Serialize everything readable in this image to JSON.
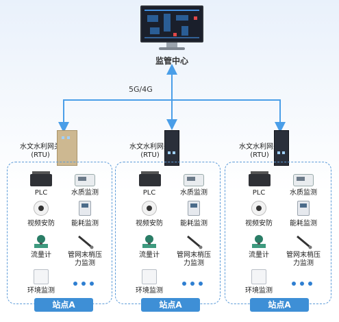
{
  "center": {
    "label": "监管中心"
  },
  "network": {
    "label": "5G/4G"
  },
  "colors": {
    "line": "#4a9ee8",
    "dashed_border": "#5a9ad8",
    "site_badge": "#3e8fd6",
    "dots": "#2f7fd1"
  },
  "gateway": {
    "title_line1": "水文水利网关",
    "title_line2": "(RTU)"
  },
  "devices": {
    "plc": "PLC",
    "water_quality": "水质监测",
    "video": "视频安防",
    "energy": "能耗监测",
    "flow_meter": "流量计",
    "pipe_pressure_line1": "管网末梢压",
    "pipe_pressure_line2": "力监测",
    "environment": "环境监测"
  },
  "sites": [
    {
      "label": "站点A"
    },
    {
      "label": "站点A"
    },
    {
      "label": "站点A"
    }
  ]
}
